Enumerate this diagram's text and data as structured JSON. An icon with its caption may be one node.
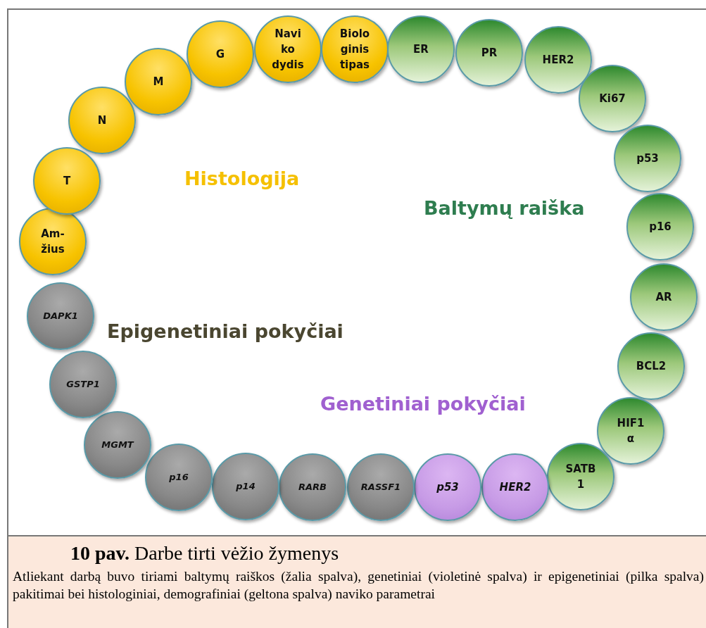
{
  "diagram": {
    "caption": "**10 pav.** Darbe tirti vėžio žymenys",
    "nodes": [
      {
        "text": [
          "Am- žius"
        ]
      },
      {
        "text": [
          "T"
        ]
      },
      {
        "text": [
          "N"
        ]
      },
      {
        "text": [
          "M"
        ]
      },
      {
        "text": [
          "G"
        ]
      },
      {
        "text": [
          "Navi ko dydis"
        ]
      },
      {
        "text": [
          "Biolo ginis tipas"
        ]
      },
      {
        "text": [
          "ER"
        ]
      },
      {
        "text": [
          "PR"
        ]
      },
      {
        "text": [
          "HER2"
        ]
      },
      {
        "text": [
          "Ki67"
        ]
      },
      {
        "text": [
          "p53"
        ]
      },
      {
        "text": [
          "p16"
        ]
      },
      {
        "text": [
          "AR"
        ]
      },
      {
        "text": [
          "BCL2"
        ]
      },
      {
        "text": [
          "HIF1 α"
        ]
      },
      {
        "text": [
          "SATB 1"
        ]
      },
      {
        "text": [
          "HER2"
        ]
      },
      {
        "text": [
          "p53"
        ]
      },
      {
        "text": [
          "RASSF1"
        ]
      },
      {
        "text": [
          "RARB"
        ]
      },
      {
        "text": [
          "p14"
        ]
      },
      {
        "text": [
          "p16"
        ]
      },
      {
        "text": [
          "MGMT"
        ]
      },
      {
        "text": [
          "GSTP1"
        ]
      },
      {
        "text": [
          "DAPK1"
        ]
      }
    ],
    "labels": [
      "Histologija",
      "Baltymų raiška",
      "Epigenetiniai pokyčiai",
      "Genetiniai pokyčiai",
      "Atliekant darbą buvo tiriami baltymų raiškos (žalia spalva), genetiniai (violetinė spalva) ir epigenetiniai (pilka spalva) pakitimai bei histologiniai, demografiniai (geltona spalva) naviko parametrai"
    ]
  }
}
